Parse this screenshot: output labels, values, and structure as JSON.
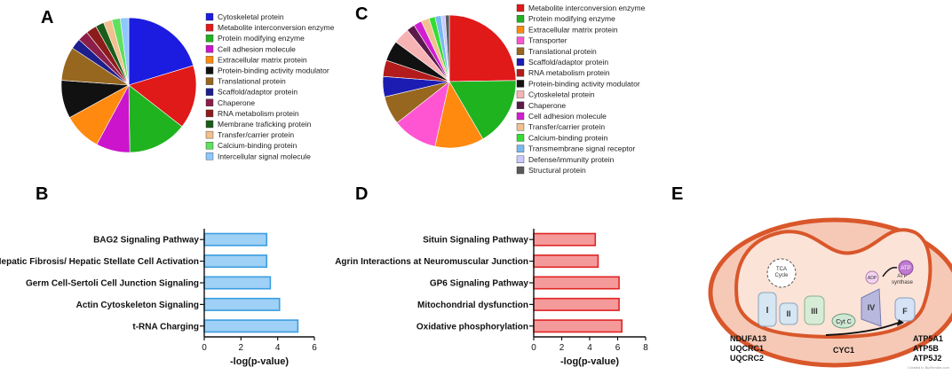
{
  "panel_labels": {
    "a": "A",
    "b": "B",
    "c": "C",
    "d": "D",
    "e": "E"
  },
  "chart_data": [
    {
      "panel": "A",
      "type": "pie",
      "categories": [
        "Cytoskeletal protein",
        "Metabolite interconversion enzyme",
        "Protein modifying enzyme",
        "Cell adhesion molecule",
        "Extracellular matrix protein",
        "Protein-binding activity modulator",
        "Translational protein",
        "Scaffold/adaptor protein",
        "Chaperone",
        "RNA metabolism protein",
        "Membrane traficking protein",
        "Transfer/carrier protein",
        "Calcium-binding protein",
        "Intercellular signal molecule"
      ],
      "values": [
        20,
        15,
        14,
        8,
        9,
        9,
        8,
        2.5,
        2.5,
        2.5,
        2,
        2,
        2,
        2
      ],
      "colors": [
        "#1c1ce0",
        "#e01919",
        "#1fb31f",
        "#cc14cc",
        "#ff8a0f",
        "#111111",
        "#97661f",
        "#1e1e8c",
        "#8c1e4a",
        "#8c1c1c",
        "#1a5c1a",
        "#f2c08f",
        "#5fe05f",
        "#8fc8ff"
      ]
    },
    {
      "panel": "C",
      "type": "pie",
      "categories": [
        "Metabolite interconversion enzyme",
        "Protein modifying enzyme",
        "Extracellular matrix protein",
        "Transporter",
        "Translational protein",
        "Scaffold/adaptor protein",
        "RNA metabolism protein",
        "Protein-binding activity modulator",
        "Cytoskeletal protein",
        "Chaperone",
        "Cell adhesion molecule",
        "Transfer/carrier protein",
        "Calcium-binding protein",
        "Transmembrane signal receptor",
        "Defense/immunity protein",
        "Structural protein"
      ],
      "values": [
        25,
        17,
        12,
        11,
        7,
        5,
        4,
        5,
        4,
        2,
        2,
        2,
        1.5,
        1.5,
        1,
        1
      ],
      "colors": [
        "#e01919",
        "#1fb31f",
        "#ff8a0f",
        "#ff55d2",
        "#97661f",
        "#1c1cb3",
        "#b31c1c",
        "#111111",
        "#f7b3b3",
        "#5c1a4a",
        "#d21ed2",
        "#f2c08f",
        "#33dd33",
        "#79b9f0",
        "#c9c9ff",
        "#5a5a5a"
      ]
    },
    {
      "panel": "B",
      "type": "bar",
      "orientation": "horizontal",
      "categories": [
        "BAG2 Signaling Pathway",
        "Hepatic Fibrosis/ Hepatic Stellate Cell Activation",
        "Germ Cell-Sertoli Cell Junction Signaling",
        "Actin Cytoskeleton Signaling",
        "t-RNA Charging"
      ],
      "values": [
        3.4,
        3.4,
        3.6,
        4.1,
        5.1
      ],
      "xlabel": "-log(p-value)",
      "xlim": [
        0,
        6
      ],
      "ticks": [
        "0",
        "2",
        "4",
        "6"
      ],
      "fill": "#9fd0f5",
      "stroke": "#3a9ee0"
    },
    {
      "panel": "D",
      "type": "bar",
      "orientation": "horizontal",
      "categories": [
        "Situin Signaling Pathway",
        "Agrin Interactions at Neuromuscular Junction",
        "GP6 Signaling Pathway",
        "Mitochondrial dysfunction",
        "Oxidative phosphorylation"
      ],
      "values": [
        4.4,
        4.6,
        6.1,
        6.1,
        6.3
      ],
      "xlabel": "-log(p-value)",
      "xlim": [
        0,
        8
      ],
      "ticks": [
        "0",
        "2",
        "4",
        "6",
        "8"
      ],
      "fill": "#f59a9a",
      "stroke": "#e02424"
    }
  ],
  "diagram": {
    "tca": "TCA\nCycle",
    "complexes": [
      "I",
      "II",
      "III",
      "IV",
      "F"
    ],
    "cyt_c": "Cyt C",
    "adp": "ADP",
    "atp": "ATP",
    "atp_synthase": "ATP\nsynthase",
    "left_genes": [
      "NDUFA13",
      "UQCRC1",
      "UQCRC2"
    ],
    "center_gene": "CYC1",
    "right_genes": [
      "ATP5A1",
      "ATP5B",
      "ATP5J2"
    ],
    "credit": "Created in BioRender.com"
  }
}
